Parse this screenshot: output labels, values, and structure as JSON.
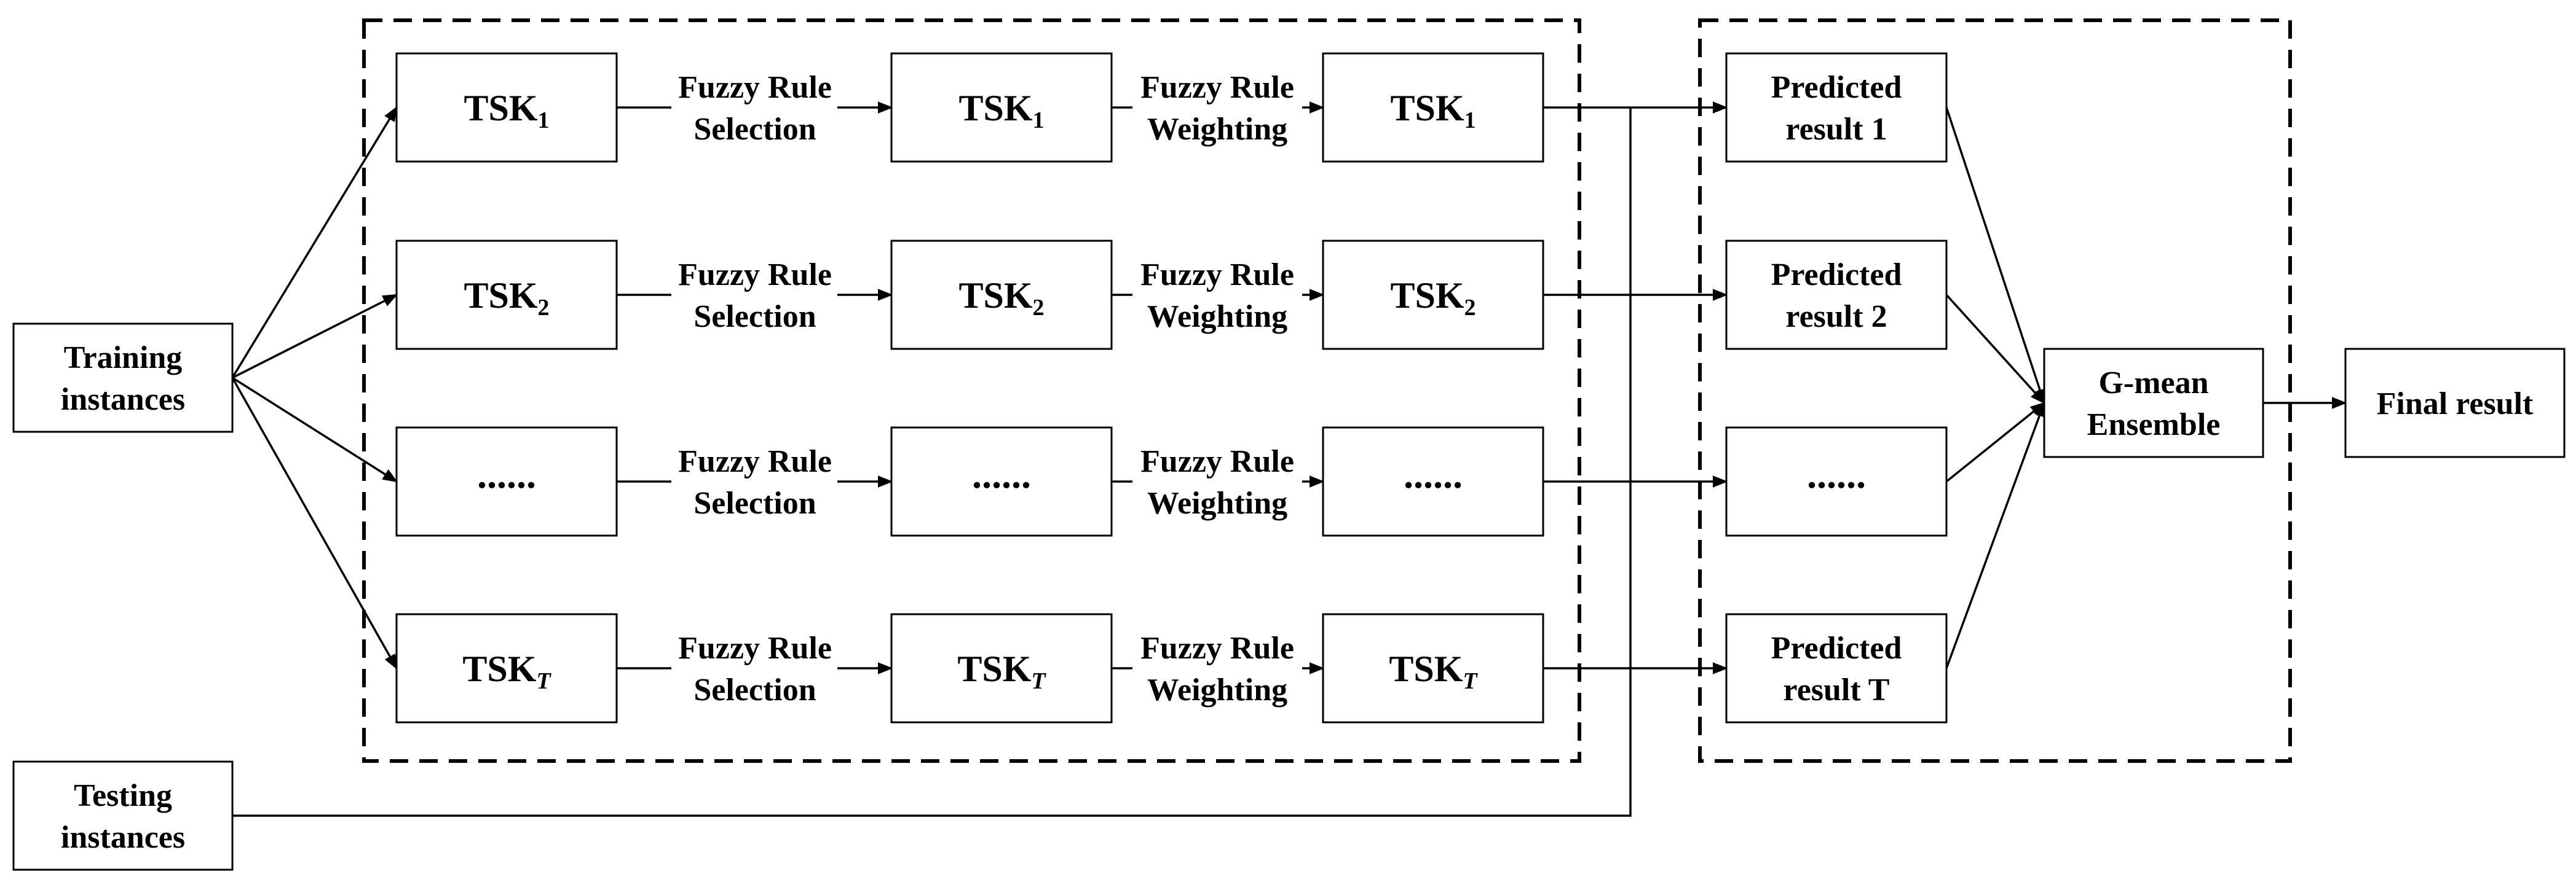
{
  "inputs": {
    "training": [
      "Training",
      "instances"
    ],
    "testing": [
      "Testing",
      "instances"
    ]
  },
  "rows": [
    {
      "tsk_base": "TSK",
      "tsk_sub": "1",
      "sub_italic": false,
      "selection": [
        "Fuzzy Rule",
        "Selection"
      ],
      "weighting": [
        "Fuzzy Rule",
        "Weighting"
      ],
      "predicted": [
        "Predicted",
        "result 1"
      ]
    },
    {
      "tsk_base": "TSK",
      "tsk_sub": "2",
      "sub_italic": false,
      "selection": [
        "Fuzzy Rule",
        "Selection"
      ],
      "weighting": [
        "Fuzzy Rule",
        "Weighting"
      ],
      "predicted": [
        "Predicted",
        "result 2"
      ]
    },
    {
      "dots": "......",
      "selection": [
        "Fuzzy Rule",
        "Selection"
      ],
      "weighting": [
        "Fuzzy Rule",
        "Weighting"
      ],
      "predicted_dots": "......"
    },
    {
      "tsk_base": "TSK",
      "tsk_sub": "T",
      "sub_italic": true,
      "selection": [
        "Fuzzy Rule",
        "Selection"
      ],
      "weighting": [
        "Fuzzy Rule",
        "Weighting"
      ],
      "predicted": [
        "Predicted",
        "result T"
      ]
    }
  ],
  "ensemble": [
    "G-mean",
    "Ensemble"
  ],
  "final": "Final result"
}
